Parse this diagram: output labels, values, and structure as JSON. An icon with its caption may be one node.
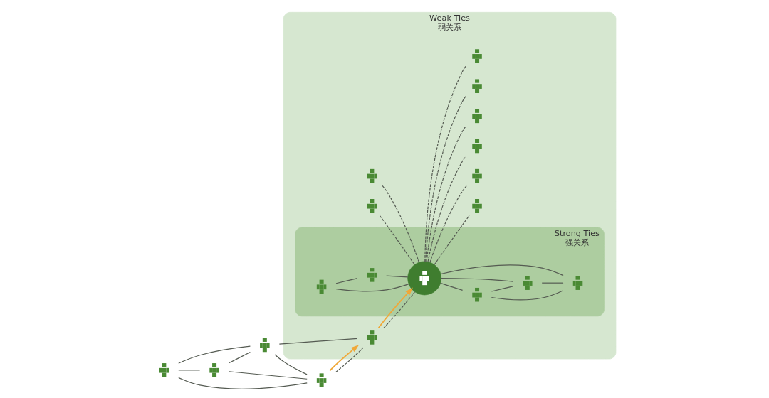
{
  "diagram": {
    "nodes": [
      {
        "text": [
          "Weak Ties",
          "弱关系"
        ]
      },
      {
        "text": [],
        "shape": "person"
      },
      {
        "text": [],
        "shape": "person"
      },
      {
        "text": [],
        "shape": "person"
      },
      {
        "text": [],
        "shape": "person"
      },
      {
        "text": [],
        "shape": "person",
        "in": 0
      },
      {
        "text": [],
        "shape": "person",
        "in": 0
      },
      {
        "text": [],
        "shape": "person",
        "in": 0
      },
      {
        "text": [
          "Strong Ties",
          "强关系"
        ],
        "in": 0
      },
      {
        "text": [],
        "shape": "person",
        "in": 8
      },
      {
        "text": [],
        "shape": "person",
        "in": 8
      },
      {
        "text": [],
        "shape": "person",
        "in": 8
      },
      {
        "text": [],
        "shape": "person",
        "in": 8
      },
      {
        "text": [],
        "shape": "person",
        "in": 8
      },
      {
        "text": [],
        "shape": "person",
        "in": 8
      },
      {
        "text": [],
        "shape": "person",
        "in": 0
      },
      {
        "text": [],
        "shape": "person",
        "in": 0
      },
      {
        "text": [],
        "shape": "person",
        "in": 0
      },
      {
        "text": [],
        "shape": "person",
        "in": 0
      },
      {
        "text": [],
        "shape": "person",
        "in": 0
      },
      {
        "text": [],
        "shape": "person",
        "in": 0
      }
    ],
    "edges": [
      {
        "from": 1,
        "to": 2,
        "arrow": "none"
      },
      {
        "from": 1,
        "to": 3,
        "arrow": "none"
      },
      {
        "from": 1,
        "to": 4,
        "arrow": "none"
      },
      {
        "from": 2,
        "to": 3,
        "arrow": "none"
      },
      {
        "from": 2,
        "to": 4,
        "arrow": "none"
      },
      {
        "from": 3,
        "to": 4,
        "arrow": "none"
      },
      {
        "from": 3,
        "to": 7,
        "arrow": "none"
      },
      {
        "from": 4,
        "to": 7,
        "arrow": "none",
        "style": "dashed"
      },
      {
        "from": 4,
        "to": 7,
        "arrow": "to",
        "color": "#f0a838"
      },
      {
        "from": 5,
        "to": 9,
        "arrow": "none",
        "style": "dashed"
      },
      {
        "from": 6,
        "to": 9,
        "arrow": "none",
        "style": "dashed"
      },
      {
        "from": 7,
        "to": 9,
        "arrow": "none",
        "style": "dashed"
      },
      {
        "from": 7,
        "to": 9,
        "arrow": "to",
        "color": "#f0a838"
      },
      {
        "from": 9,
        "to": 10,
        "arrow": "none"
      },
      {
        "from": 9,
        "to": 11,
        "arrow": "none"
      },
      {
        "from": 9,
        "to": 12,
        "arrow": "none"
      },
      {
        "from": 10,
        "to": 11,
        "arrow": "none"
      },
      {
        "from": 10,
        "to": 12,
        "arrow": "none"
      },
      {
        "from": 11,
        "to": 12,
        "arrow": "none"
      },
      {
        "from": 13,
        "to": 9,
        "arrow": "none"
      },
      {
        "from": 14,
        "to": 9,
        "arrow": "none"
      },
      {
        "from": 13,
        "to": 14,
        "arrow": "none"
      },
      {
        "from": 9,
        "to": 15,
        "arrow": "none",
        "style": "dashed"
      },
      {
        "from": 9,
        "to": 16,
        "arrow": "none",
        "style": "dashed"
      },
      {
        "from": 9,
        "to": 17,
        "arrow": "none",
        "style": "dashed"
      },
      {
        "from": 9,
        "to": 18,
        "arrow": "none",
        "style": "dashed"
      },
      {
        "from": 9,
        "to": 19,
        "arrow": "none",
        "style": "dashed"
      },
      {
        "from": 9,
        "to": 20,
        "arrow": "none",
        "style": "dashed"
      }
    ]
  }
}
